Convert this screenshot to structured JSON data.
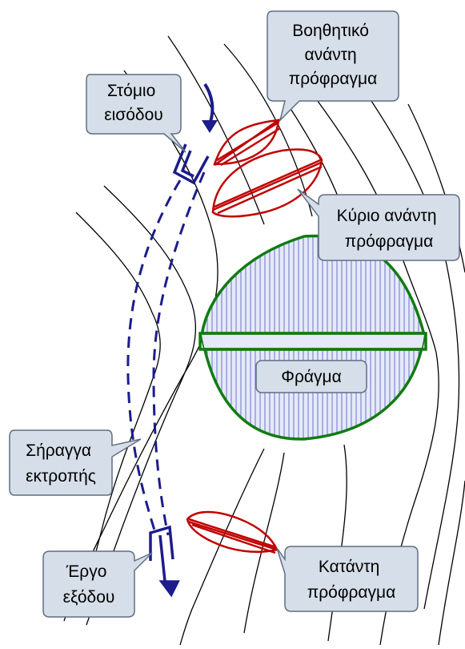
{
  "labels": {
    "inlet_portal": [
      "Στόμιο",
      "εισόδου"
    ],
    "aux_upstream_cofferdam": [
      "Βοηθητικό",
      "ανάντη",
      "πρόφραγμα"
    ],
    "main_upstream_cofferdam": [
      "Κύριο ανάντη",
      "πρόφραγμα"
    ],
    "dam": [
      "Φράγμα"
    ],
    "diversion_tunnel": [
      "Σήραγγα",
      "εκτροπής"
    ],
    "outlet_structure": [
      "Έργο",
      "εξόδου"
    ],
    "downstream_cofferdam": [
      "Κατάντη",
      "πρόφραγμα"
    ]
  },
  "colors": {
    "callout_fill": "#d6dfe9",
    "callout_stroke": "#5f6f84",
    "cofferdam": "#c00000",
    "dam_outline": "#107c10",
    "dam_fill": "#e6e9f8",
    "dam_hatch": "#6a72d8",
    "tunnel": "#1c1c8c",
    "contour": "#000000"
  },
  "icons": {
    "flow_direction": "curved-arrow-down-icon",
    "inlet_portal": "inlet-structure-icon",
    "outlet_structure": "outlet-structure-icon"
  }
}
